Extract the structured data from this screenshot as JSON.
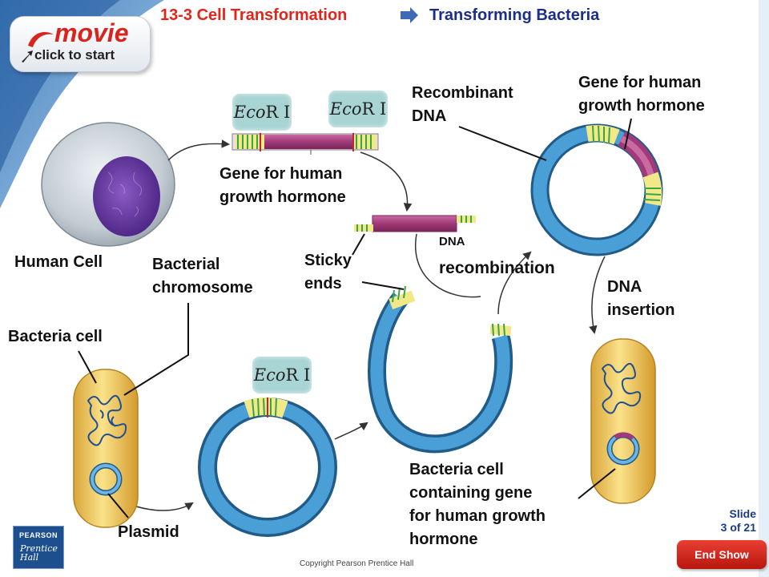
{
  "header": {
    "section_title": "13-3 Cell Transformation",
    "page_title": "Transforming Bacteria",
    "section_color": "#e0251b",
    "page_color": "#1a2e8a"
  },
  "movie_button": {
    "word": "movie",
    "subtitle": "click to start"
  },
  "enzyme_labels": {
    "italic": "Eco",
    "rest": "R I"
  },
  "labels": {
    "gene_top": "Gene for human\ngrowth hormone",
    "recombinant_dna": "Recombinant\nDNA",
    "gene_right": "Gene for human\ngrowth hormone",
    "human_cell": "Human Cell",
    "bacterial_chromosome": "Bacterial\nchromosome",
    "sticky_ends": "Sticky\nends",
    "dna_small": "DNA",
    "recombination": "recombination",
    "dna_insertion": "DNA\ninsertion",
    "bacteria_cell": "Bacteria cell",
    "plasmid": "Plasmid",
    "bacteria_result": "Bacteria cell\ncontaining gene\nfor human growth\nhormone"
  },
  "slide": {
    "label": "Slide",
    "position": "3 of 21"
  },
  "end_show": "End Show",
  "copyright": "Copyright Pearson Prentice Hall",
  "logo": {
    "name": "PEARSON",
    "imprint": "Prentice\nHall"
  },
  "colors": {
    "accent_red": "#e0251b",
    "accent_blue": "#1a2e8a",
    "plasmid_blue": "#3a8fc8",
    "gene_magenta": "#a83a7e",
    "bacteria_yellow": "#f2c84a",
    "nucleus_purple": "#6c3aa8"
  }
}
